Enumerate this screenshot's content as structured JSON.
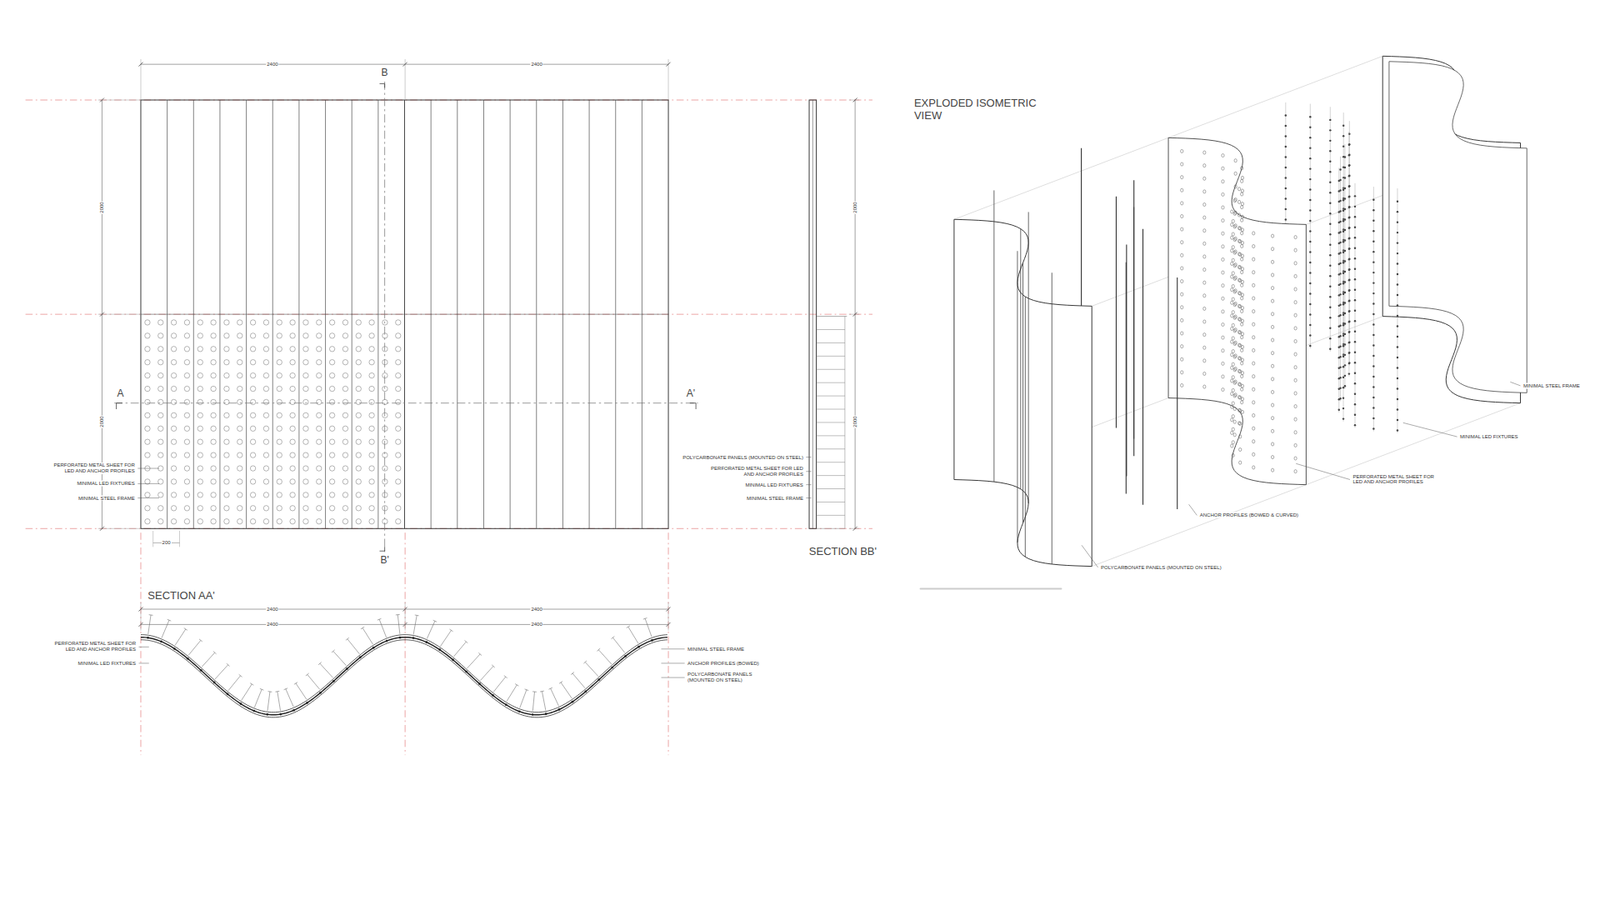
{
  "diagram": {
    "labels": [
      "B",
      "B'",
      "A",
      "A'",
      "2400",
      "2400",
      "2000",
      "2000",
      "200",
      "PERFORATED METAL SHEET FOR LED AND ANCHOR PROFILES",
      "MINIMAL LED FIXTURES",
      "MINIMAL STEEL FRAME",
      "2000",
      "2000",
      "POLYCARBONATE PANELS (MOUNTED ON STEEL)",
      "PERFORATED METAL SHEET FOR LED AND ANCHOR PROFILES",
      "MINIMAL LED FIXTURES",
      "MINIMAL STEEL FRAME",
      "SECTION BB'",
      "SECTION AA'",
      "2400",
      "2400",
      "2400",
      "2400",
      "PERFORATED METAL SHEET FOR LED AND ANCHOR PROFILES",
      "MINIMAL LED FIXTURES",
      "MINIMAL STEEL FRAME",
      "ANCHOR PROFILES (BOWED)",
      "POLYCARBONATE PANELS (MOUNTED ON STEEL)",
      "EXPLODED ISOMETRIC VIEW",
      "MINIMAL STEEL FRAME",
      "MINIMAL LED FIXTURES",
      "PERFORATED METAL SHEET FOR LED AND ANCHOR PROFILES",
      "ANCHOR PROFILES (BOWED & CURVED)",
      "POLYCARBONATE PANELS (MOUNTED ON STEEL)"
    ]
  }
}
